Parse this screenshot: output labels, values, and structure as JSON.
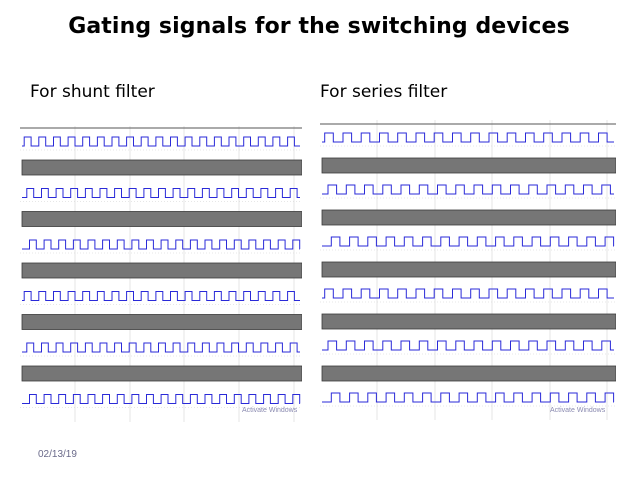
{
  "slide": {
    "title": "Gating signals for the switching devices",
    "date": "02/13/19"
  },
  "panels": [
    {
      "label": "For shunt filter",
      "watermark": "Activate Windows",
      "signal_rows": 6,
      "pulse_count": 19,
      "waveform_color": "#2a2ad8",
      "bar_color": "#767676"
    },
    {
      "label": "For series filter",
      "watermark": "Activate Windows",
      "signal_rows": 6,
      "pulse_count": 16,
      "waveform_color": "#2a2ad8",
      "bar_color": "#767676"
    }
  ]
}
